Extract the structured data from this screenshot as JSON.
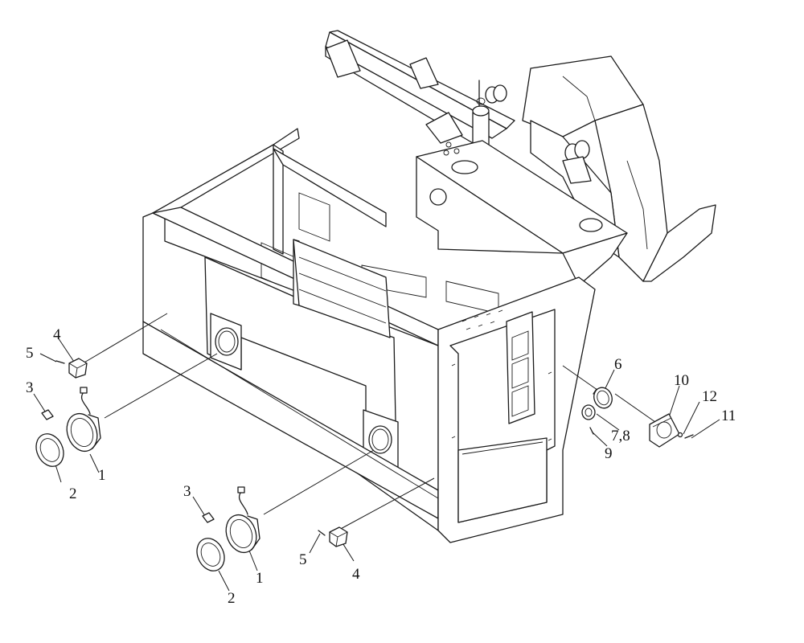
{
  "diagram": {
    "callouts": [
      {
        "id": "c4a",
        "text": "4"
      },
      {
        "id": "c5a",
        "text": "5"
      },
      {
        "id": "c3a",
        "text": "3"
      },
      {
        "id": "c2a",
        "text": "2"
      },
      {
        "id": "c1a",
        "text": "1"
      },
      {
        "id": "c3b",
        "text": "3"
      },
      {
        "id": "c5b",
        "text": "5"
      },
      {
        "id": "c4b",
        "text": "4"
      },
      {
        "id": "c1b",
        "text": "1"
      },
      {
        "id": "c2b",
        "text": "2"
      },
      {
        "id": "c6",
        "text": "6"
      },
      {
        "id": "c78",
        "text": "7,8"
      },
      {
        "id": "c9",
        "text": "9"
      },
      {
        "id": "c10",
        "text": "10"
      },
      {
        "id": "c12",
        "text": "12"
      },
      {
        "id": "c11",
        "text": "11"
      }
    ]
  }
}
